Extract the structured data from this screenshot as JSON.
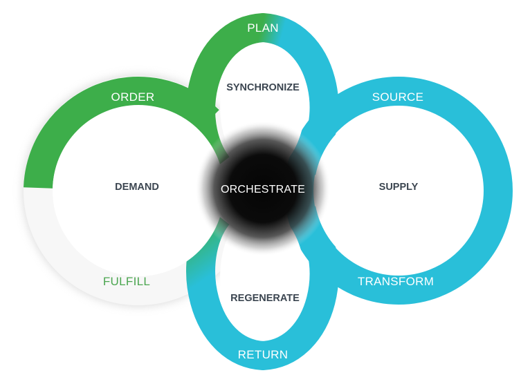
{
  "colors": {
    "green": "#3dae4a",
    "cyan": "#29bfd9",
    "hub": "#050505",
    "fulfill_text": "#4aa54f"
  },
  "loops": {
    "demand": {
      "center_label": "DEMAND",
      "top_label": "ORDER",
      "bottom_label": "FULFILL"
    },
    "supply": {
      "center_label": "SUPPLY",
      "top_label": "SOURCE",
      "bottom_label": "TRANSFORM"
    },
    "plan": {
      "center_label": "SYNCHRONIZE",
      "top_label": "PLAN"
    },
    "return": {
      "center_label": "REGENERATE",
      "bottom_label": "RETURN"
    }
  },
  "hub": {
    "label": "ORCHESTRATE"
  }
}
